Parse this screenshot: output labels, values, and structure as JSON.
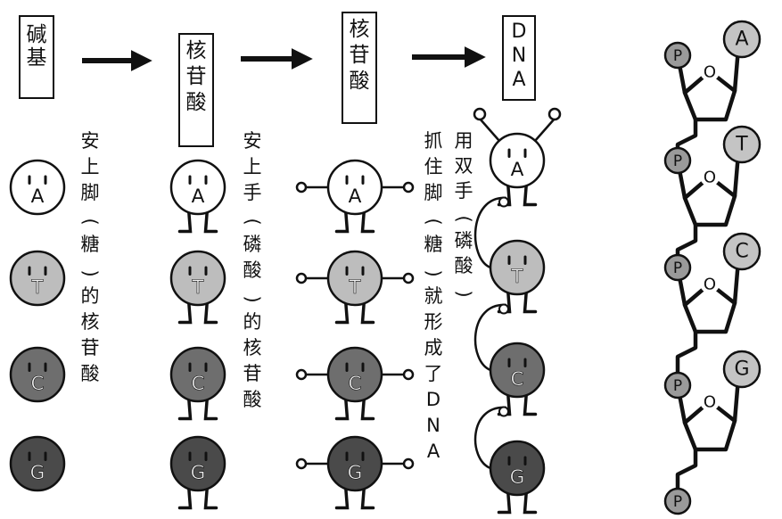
{
  "stages": [
    {
      "id": "base",
      "label": "碱基"
    },
    {
      "id": "nucleoside",
      "label": "核苷酸"
    },
    {
      "id": "nucleotide",
      "label": "核苷酸"
    },
    {
      "id": "dna",
      "label": "DNA"
    }
  ],
  "captions": [
    {
      "id": "caption-1",
      "text": "安上脚（糖）的核苷酸"
    },
    {
      "id": "caption-2",
      "text": "安上手（磷酸）的核苷酸"
    },
    {
      "id": "caption-3a",
      "text": "用双手（磷酸）"
    },
    {
      "id": "caption-3b",
      "text": "抓住脚（糖）就形成了DNA"
    }
  ],
  "bases": [
    {
      "letter": "A",
      "fill": "#ffffff"
    },
    {
      "letter": "T",
      "fill": "#bdbdbd"
    },
    {
      "letter": "C",
      "fill": "#6e6e6e"
    },
    {
      "letter": "G",
      "fill": "#4a4a4a"
    }
  ],
  "strand": {
    "phosphate_label": "P",
    "ring_oxygen_label": "O",
    "bases": [
      "A",
      "T",
      "C",
      "G"
    ]
  },
  "colors": {
    "ink": "#111111",
    "phosphate_fill": "#9a9a9a",
    "base_ball_fill": "#c4c4c4"
  }
}
